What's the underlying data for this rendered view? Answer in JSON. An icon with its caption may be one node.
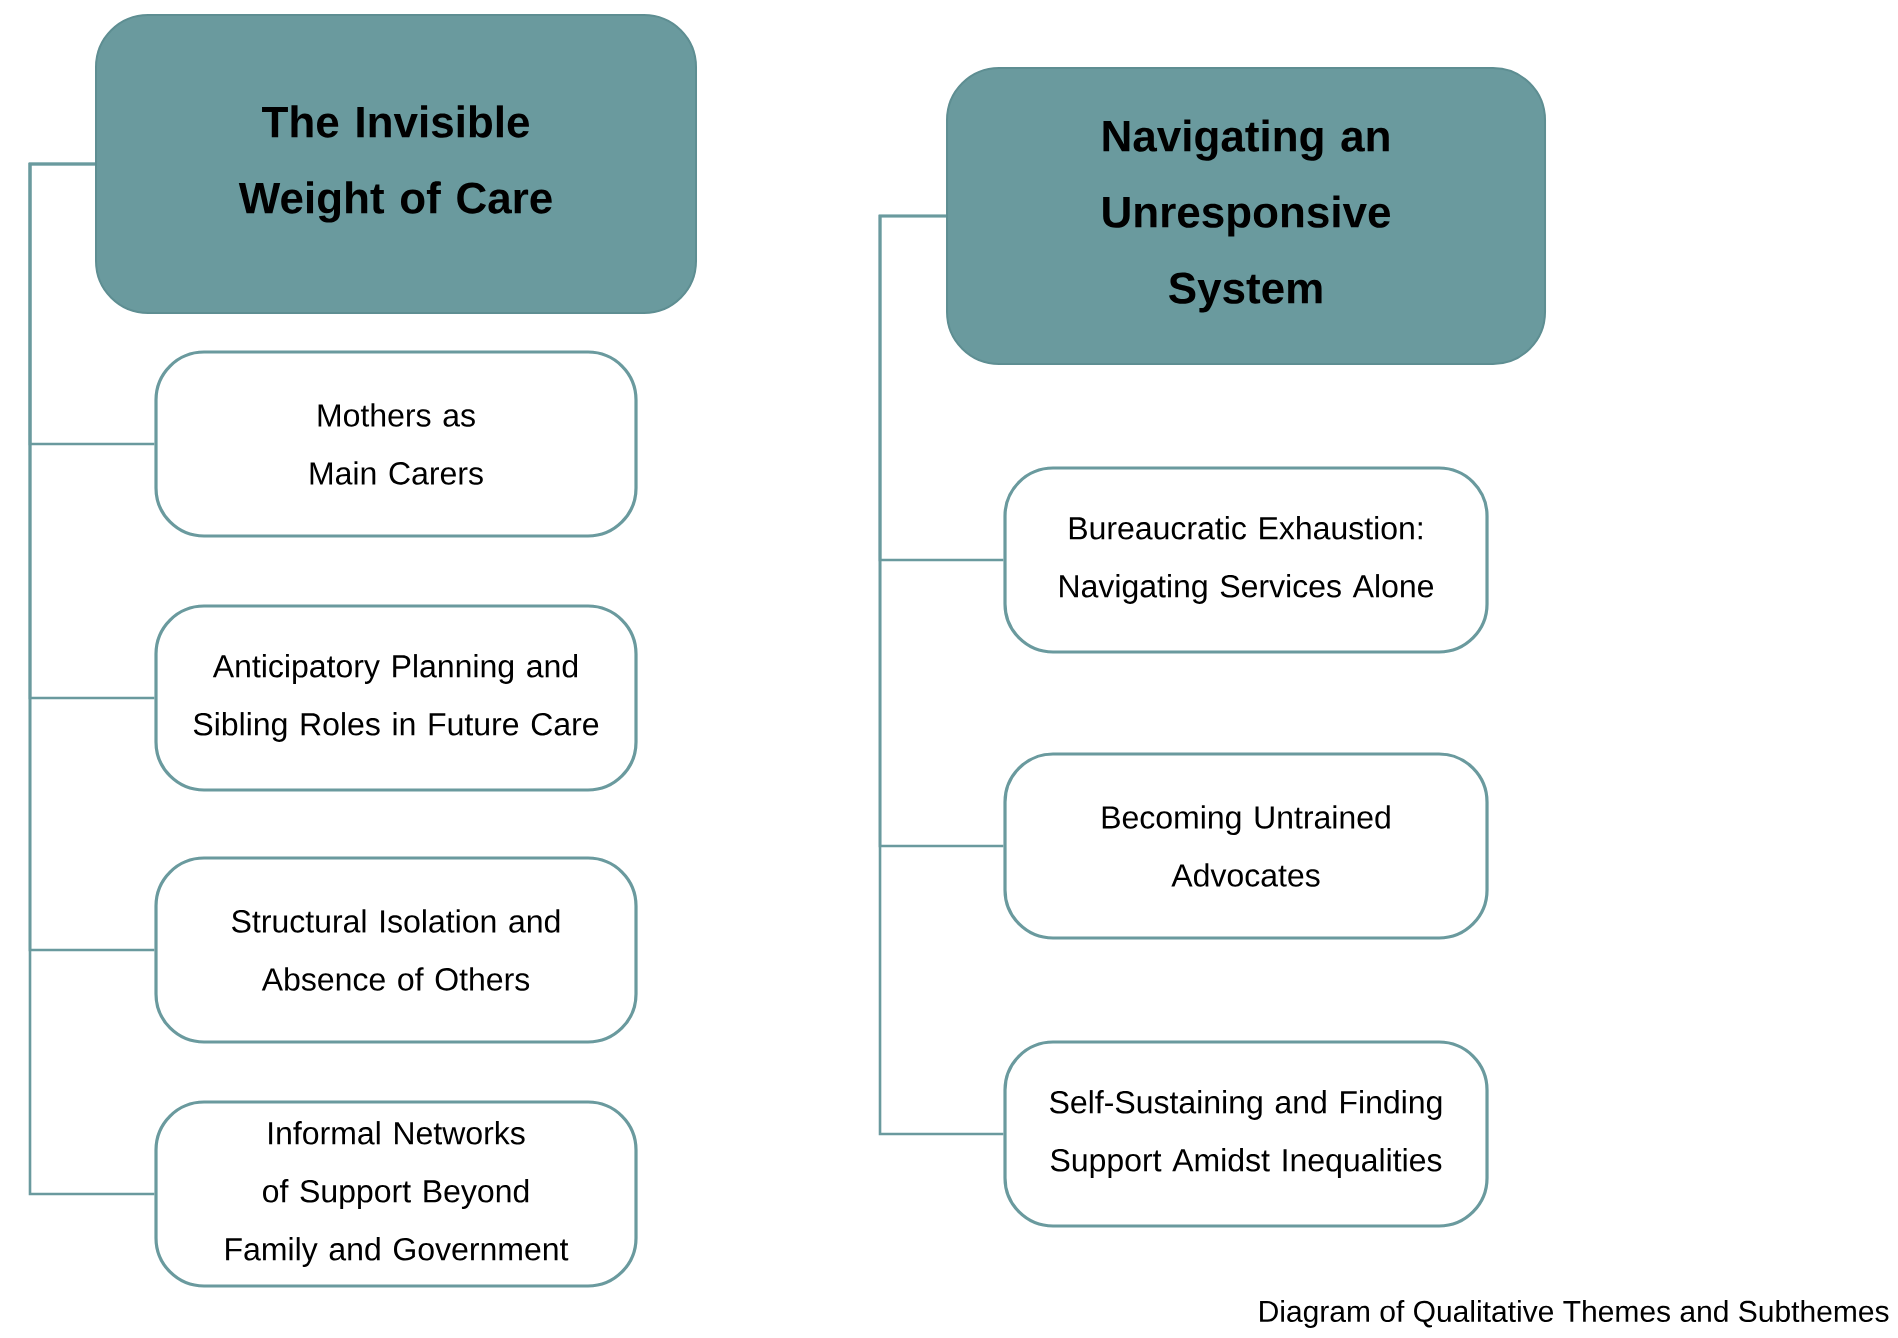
{
  "diagram": {
    "caption": "Diagram of Qualitative Themes and Subthemes",
    "nodes": [
      {
        "text": [
          "The Invisible Weight of Care"
        ]
      },
      {
        "text": [
          "Mothers as Main Carers"
        ]
      },
      {
        "text": [
          "Anticipatory Planning and Sibling Roles in Future Care"
        ]
      },
      {
        "text": [
          "Structural Isolation and Absence of Others"
        ]
      },
      {
        "text": [
          "Informal Networks of Support Beyond Family and Government"
        ]
      },
      {
        "text": [
          "Navigating an Unresponsive System"
        ]
      },
      {
        "text": [
          "Bureaucratic Exhaustion: Navigating Services Alone"
        ]
      },
      {
        "text": [
          "Becoming Untrained Advocates"
        ]
      },
      {
        "text": [
          "Self-Sustaining and Finding Support Amidst Inequalities"
        ]
      }
    ],
    "edges": [
      {
        "from": 0,
        "to": 1,
        "arrow": "none"
      },
      {
        "from": 0,
        "to": 2,
        "arrow": "none"
      },
      {
        "from": 0,
        "to": 3,
        "arrow": "none"
      },
      {
        "from": 0,
        "to": 4,
        "arrow": "none"
      },
      {
        "from": 5,
        "to": 6,
        "arrow": "none"
      },
      {
        "from": 5,
        "to": 7,
        "arrow": "none"
      },
      {
        "from": 5,
        "to": 8,
        "arrow": "none"
      }
    ]
  }
}
